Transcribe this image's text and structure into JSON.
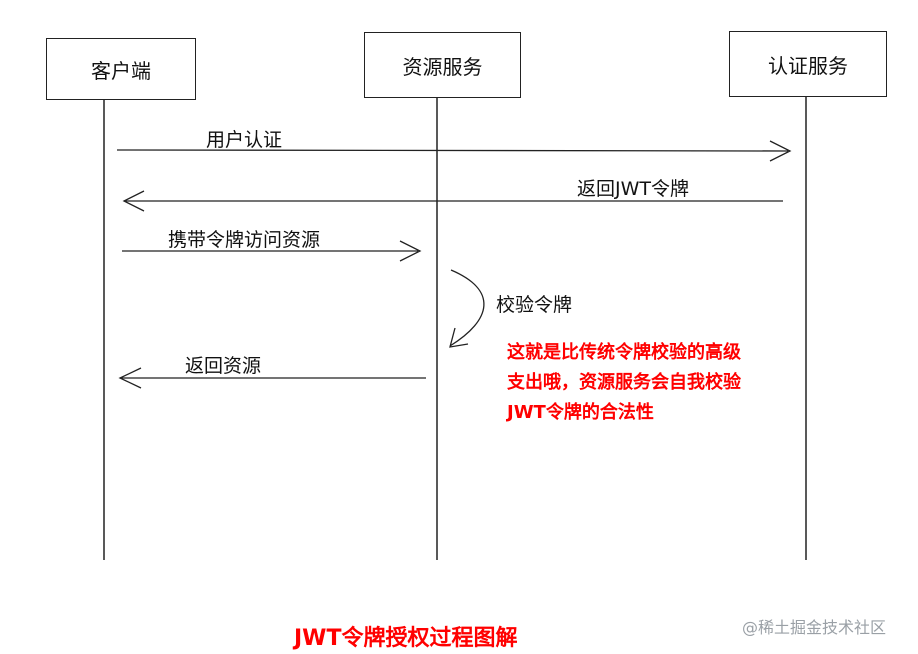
{
  "participants": {
    "client": "客户端",
    "resource_service": "资源服务",
    "auth_service": "认证服务"
  },
  "messages": {
    "user_auth": "用户认证",
    "return_jwt": "返回JWT令牌",
    "access_with_token": "携带令牌访问资源",
    "verify_token": "校验令牌",
    "return_resource": "返回资源"
  },
  "note": {
    "line1": "这就是比传统令牌校验的高级",
    "line2": "支出哦，资源服务会自我校验",
    "line3": "JWT令牌的合法性",
    "color": "#ff0000"
  },
  "caption": "JWT令牌授权过程图解",
  "watermark": "@稀土掘金技术社区"
}
